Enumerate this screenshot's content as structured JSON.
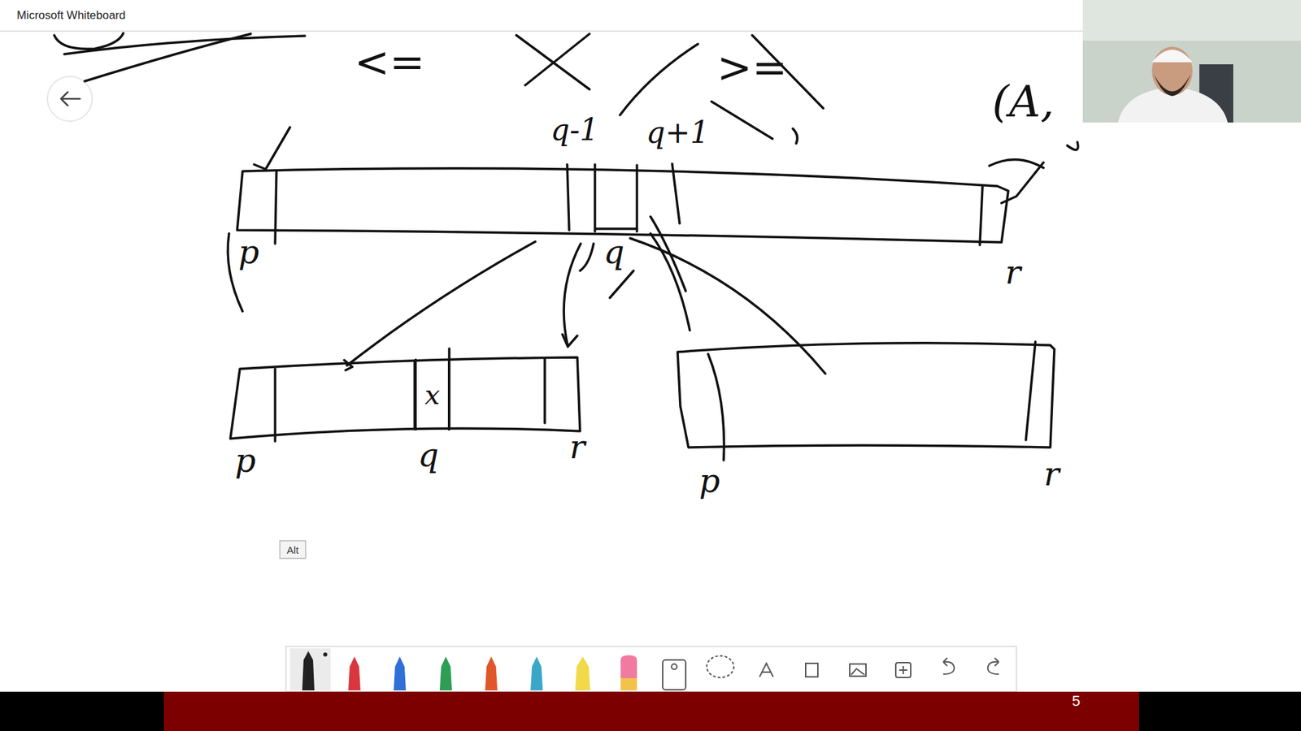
{
  "diagram": {
    "nodes": [
      {
        "text": [
          "x"
        ]
      }
    ],
    "labels": [
      "Microsoft Whiteboard",
      "<=",
      ">=",
      "(A,",
      "q-1",
      "q+1",
      "p",
      "q",
      "r",
      "p",
      "q",
      "r",
      "p",
      "r",
      "Alt",
      "5"
    ]
  }
}
